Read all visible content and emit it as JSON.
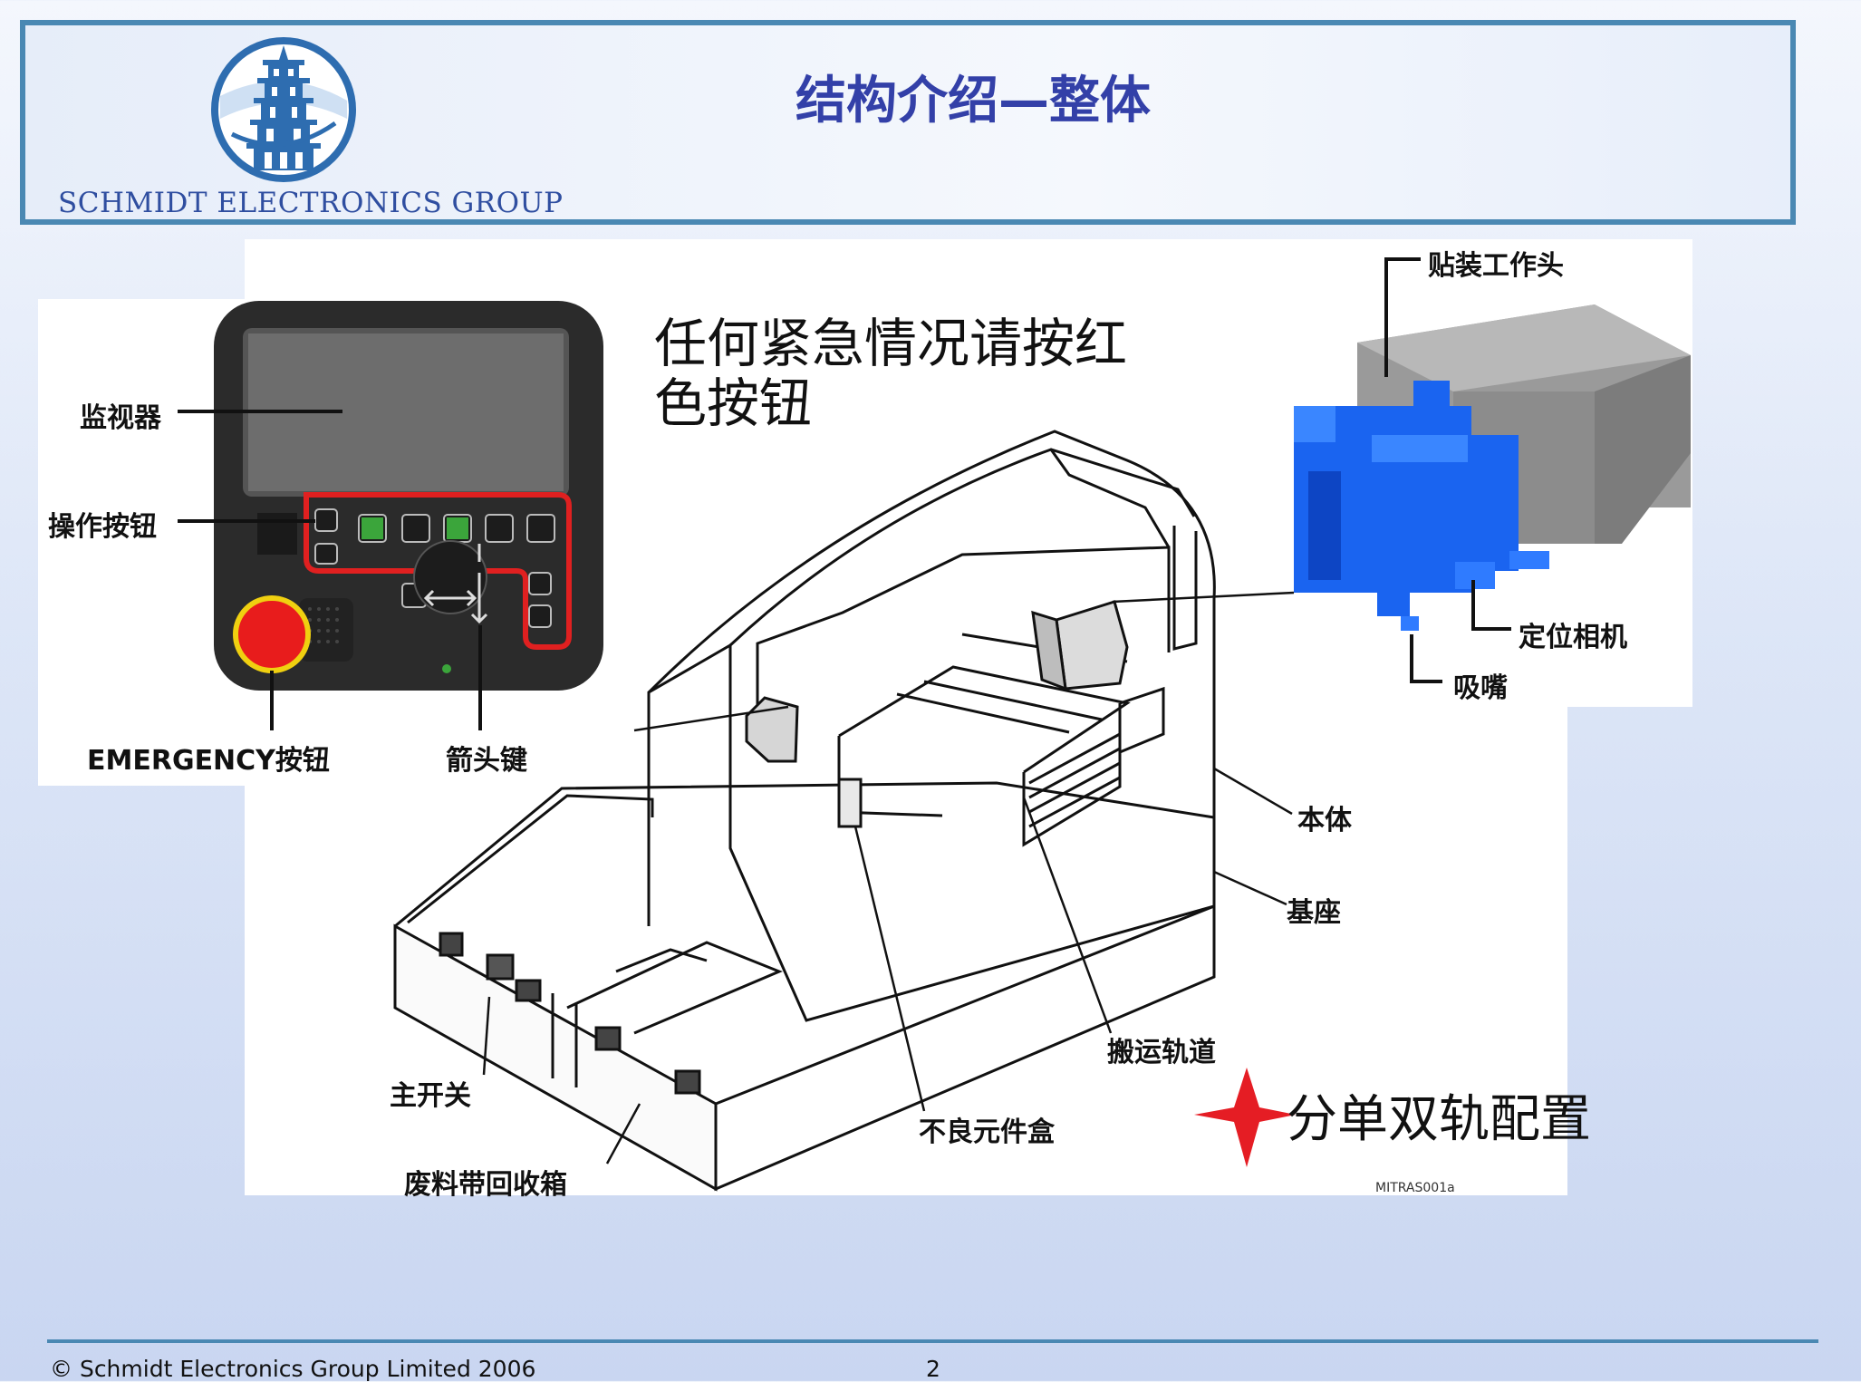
{
  "header": {
    "company": "SCHMIDT ELECTRONICS GROUP",
    "title": "结构介绍—整体"
  },
  "note": {
    "emergency_line1": "任何紧急情况请按红",
    "emergency_line2": "色按钮",
    "dual_rail": "分单双轨配置"
  },
  "labels": {
    "monitor": "监视器",
    "buttons": "操作按钮",
    "emergency": "EMERGENCY按钮",
    "arrow_keys": "箭头键",
    "mount_head": "贴装工作头",
    "camera": "定位相机",
    "nozzle": "吸嘴",
    "body": "本体",
    "base": "基座",
    "conveyor": "搬运轨道",
    "reject_box": "不良元件盒",
    "main_switch": "主开关",
    "tape_bin": "废料带回收箱",
    "drawing_code": "MITRAS001a"
  },
  "footer": {
    "copyright": "© Schmidt Electronics Group Limited 2006",
    "page": "2"
  },
  "colors": {
    "frame": "#4a88b3",
    "title": "#3340a8",
    "head_blue": "#1560e8",
    "emergency_red": "#e81c1c",
    "star_red": "#e51d24"
  }
}
